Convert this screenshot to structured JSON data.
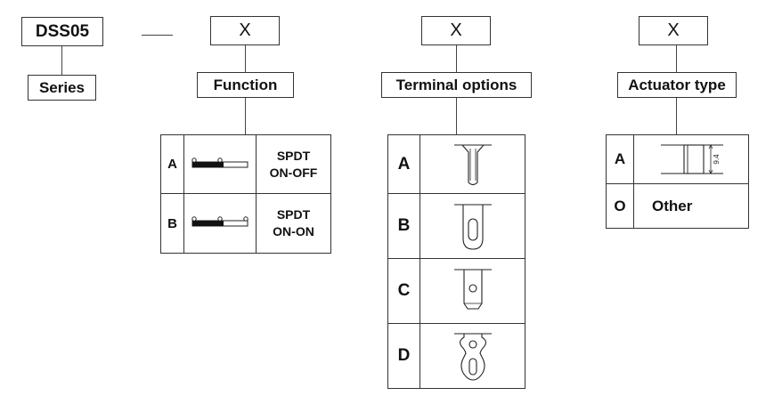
{
  "series_block": {
    "code": "DSS05",
    "label": "Series"
  },
  "separator": "—",
  "function_block": {
    "placeholder": "X",
    "label": "Function",
    "options": [
      {
        "key": "A",
        "line1": "SPDT",
        "line2": "ON-OFF"
      },
      {
        "key": "B",
        "line1": "SPDT",
        "line2": "ON-ON"
      }
    ]
  },
  "terminal_block": {
    "placeholder": "X",
    "label": "Terminal options",
    "options": [
      {
        "key": "A"
      },
      {
        "key": "B"
      },
      {
        "key": "C"
      },
      {
        "key": "D"
      }
    ]
  },
  "actuator_block": {
    "placeholder": "X",
    "label": "Actuator type",
    "options": [
      {
        "key": "A",
        "dimension": "9.4"
      },
      {
        "key": "O",
        "text": "Other"
      }
    ]
  }
}
